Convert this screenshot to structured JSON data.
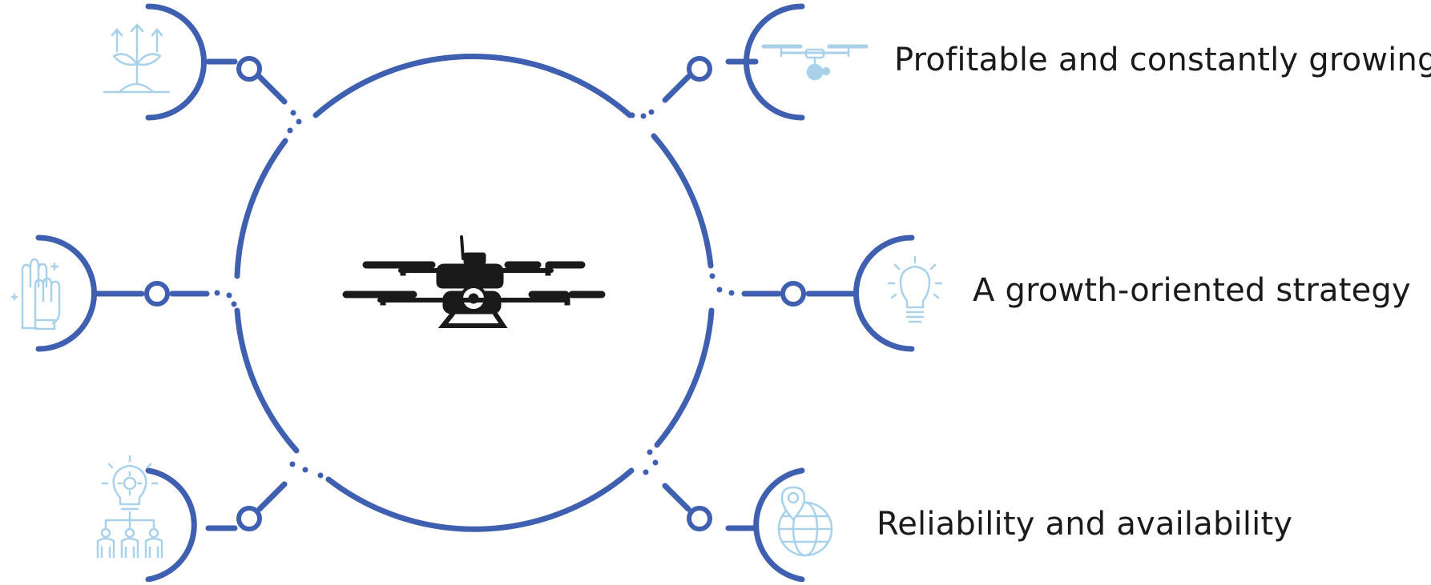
{
  "diagram": {
    "accent_color": "#3f5fb0",
    "icon_color": "#a9d2ea",
    "center_icon": "drone-icon",
    "labels": {
      "top_right": "Profitable and constantly growing",
      "middle_right": "A growth-oriented strategy",
      "bottom_right": "Reliability and availability"
    },
    "nodes": [
      {
        "position": "top-left",
        "icon": "plant-growth-arrows-icon"
      },
      {
        "position": "middle-left",
        "icon": "raised-hands-icon"
      },
      {
        "position": "bottom-left",
        "icon": "idea-team-network-icon"
      },
      {
        "position": "top-right",
        "icon": "agricultural-drone-icon"
      },
      {
        "position": "middle-right",
        "icon": "lightbulb-icon"
      },
      {
        "position": "bottom-right",
        "icon": "globe-location-pin-icon"
      }
    ]
  }
}
